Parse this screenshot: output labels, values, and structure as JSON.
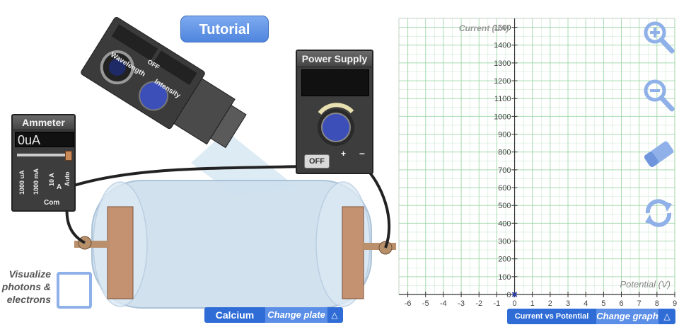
{
  "tutorial_label": "Tutorial",
  "ammeter": {
    "title": "Ammeter",
    "reading": "0uA",
    "range_labels": [
      "1000 uA",
      "1000 mA",
      "10 A",
      "Auto"
    ],
    "terminal_a": "A",
    "terminal_com": "Com"
  },
  "light": {
    "wavelength_label": "Wavelength",
    "intensity_label": "Intensity",
    "off_label": "OFF"
  },
  "power_supply": {
    "title": "Power Supply",
    "off_label": "OFF",
    "plus": "+",
    "minus": "–"
  },
  "tube": {
    "plate_material": "Calcium",
    "change_plate_label": "Change plate",
    "arrow": "△"
  },
  "visualize_label": "Visualize photons & electrons",
  "graph": {
    "name": "Current vs Potential",
    "change_label": "Change graph",
    "arrow": "△"
  },
  "colors": {
    "accent": "#2f6cd6",
    "grid": "#9fd6a8",
    "tool_icon": "#8fb0e8"
  },
  "chart_data": {
    "type": "line",
    "title": "",
    "xlabel": "Potential (V)",
    "ylabel": "Current (uA)",
    "xlim": [
      -6.5,
      9
    ],
    "ylim": [
      0,
      1550
    ],
    "x_ticks": [
      -6,
      -5,
      -4,
      -3,
      -2,
      -1,
      0,
      1,
      2,
      3,
      4,
      5,
      6,
      7,
      8,
      9
    ],
    "y_ticks": [
      0,
      100,
      200,
      300,
      400,
      500,
      600,
      700,
      800,
      900,
      1000,
      1100,
      1200,
      1300,
      1400,
      1500
    ],
    "grid": true,
    "series": [
      {
        "x": [
          0
        ],
        "y": [
          0
        ]
      }
    ]
  }
}
